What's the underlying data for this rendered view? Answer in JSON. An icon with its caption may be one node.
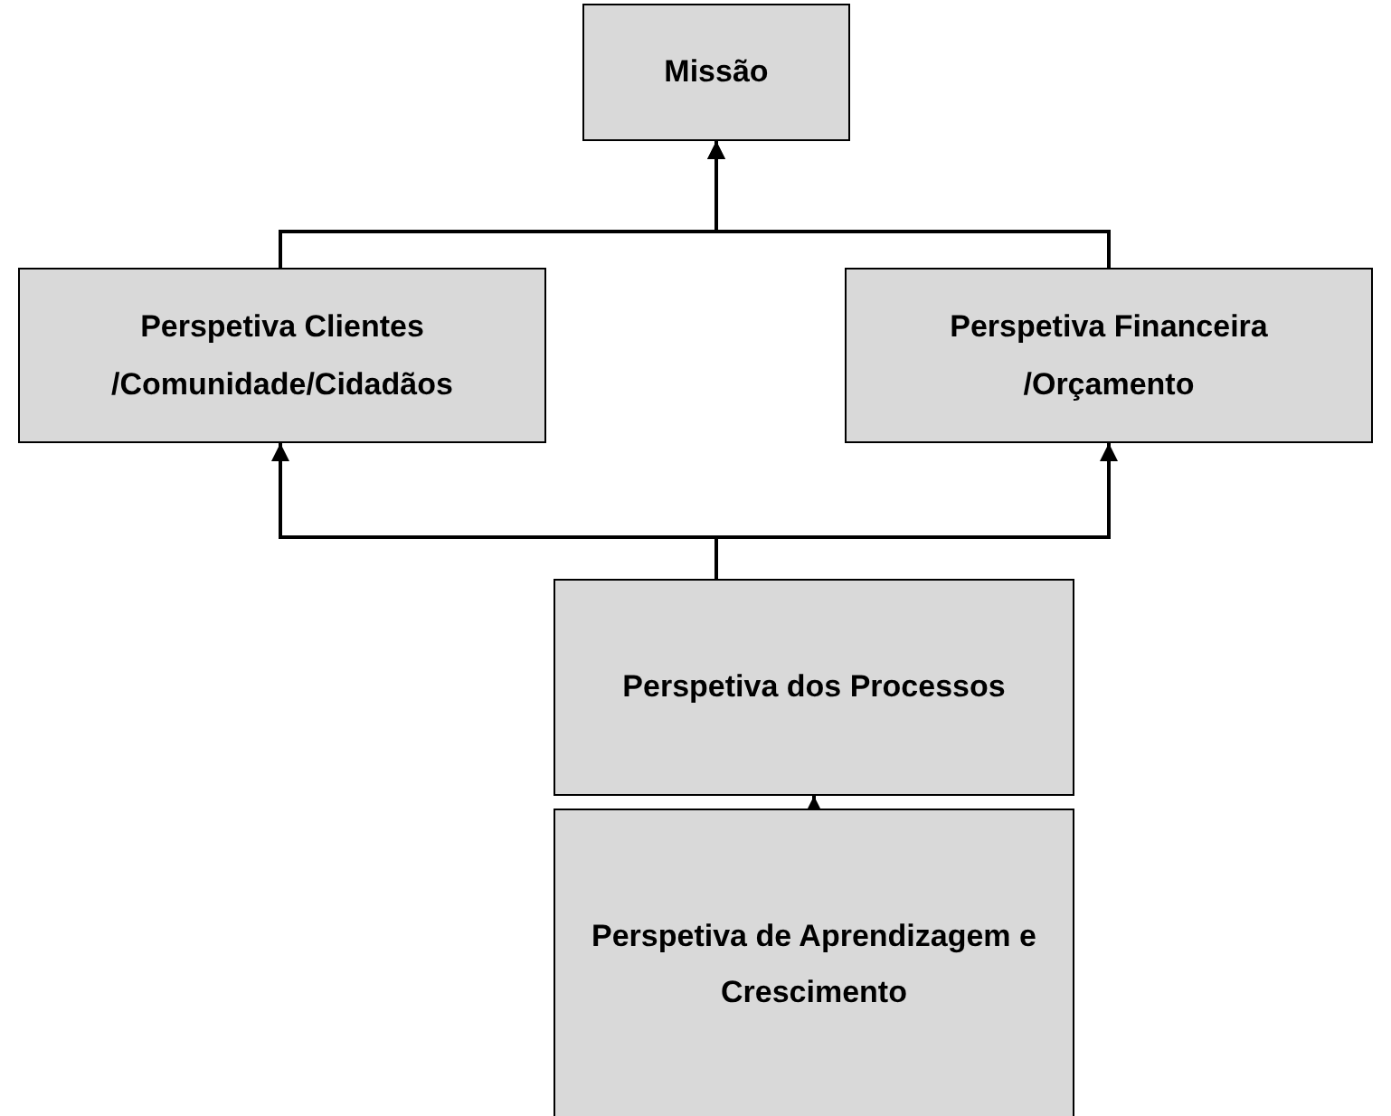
{
  "diagram": {
    "nodes": [
      {
        "text": [
          "Missão"
        ]
      },
      {
        "text": [
          "Perspetiva Clientes /Comunidade/Cidadãos"
        ]
      },
      {
        "text": [
          "Perspetiva Financeira /Orçamento"
        ]
      },
      {
        "text": [
          "Perspetiva dos Processos"
        ]
      },
      {
        "text": [
          "Perspetiva de Aprendizagem e Crescimento"
        ]
      }
    ],
    "edges": [
      {
        "from": 1,
        "to": 0,
        "arrow": "to"
      },
      {
        "from": 2,
        "to": 0,
        "arrow": "to"
      },
      {
        "from": 3,
        "to": 1,
        "arrow": "to"
      },
      {
        "from": 3,
        "to": 2,
        "arrow": "to"
      },
      {
        "from": 4,
        "to": 3,
        "arrow": "to"
      }
    ]
  }
}
